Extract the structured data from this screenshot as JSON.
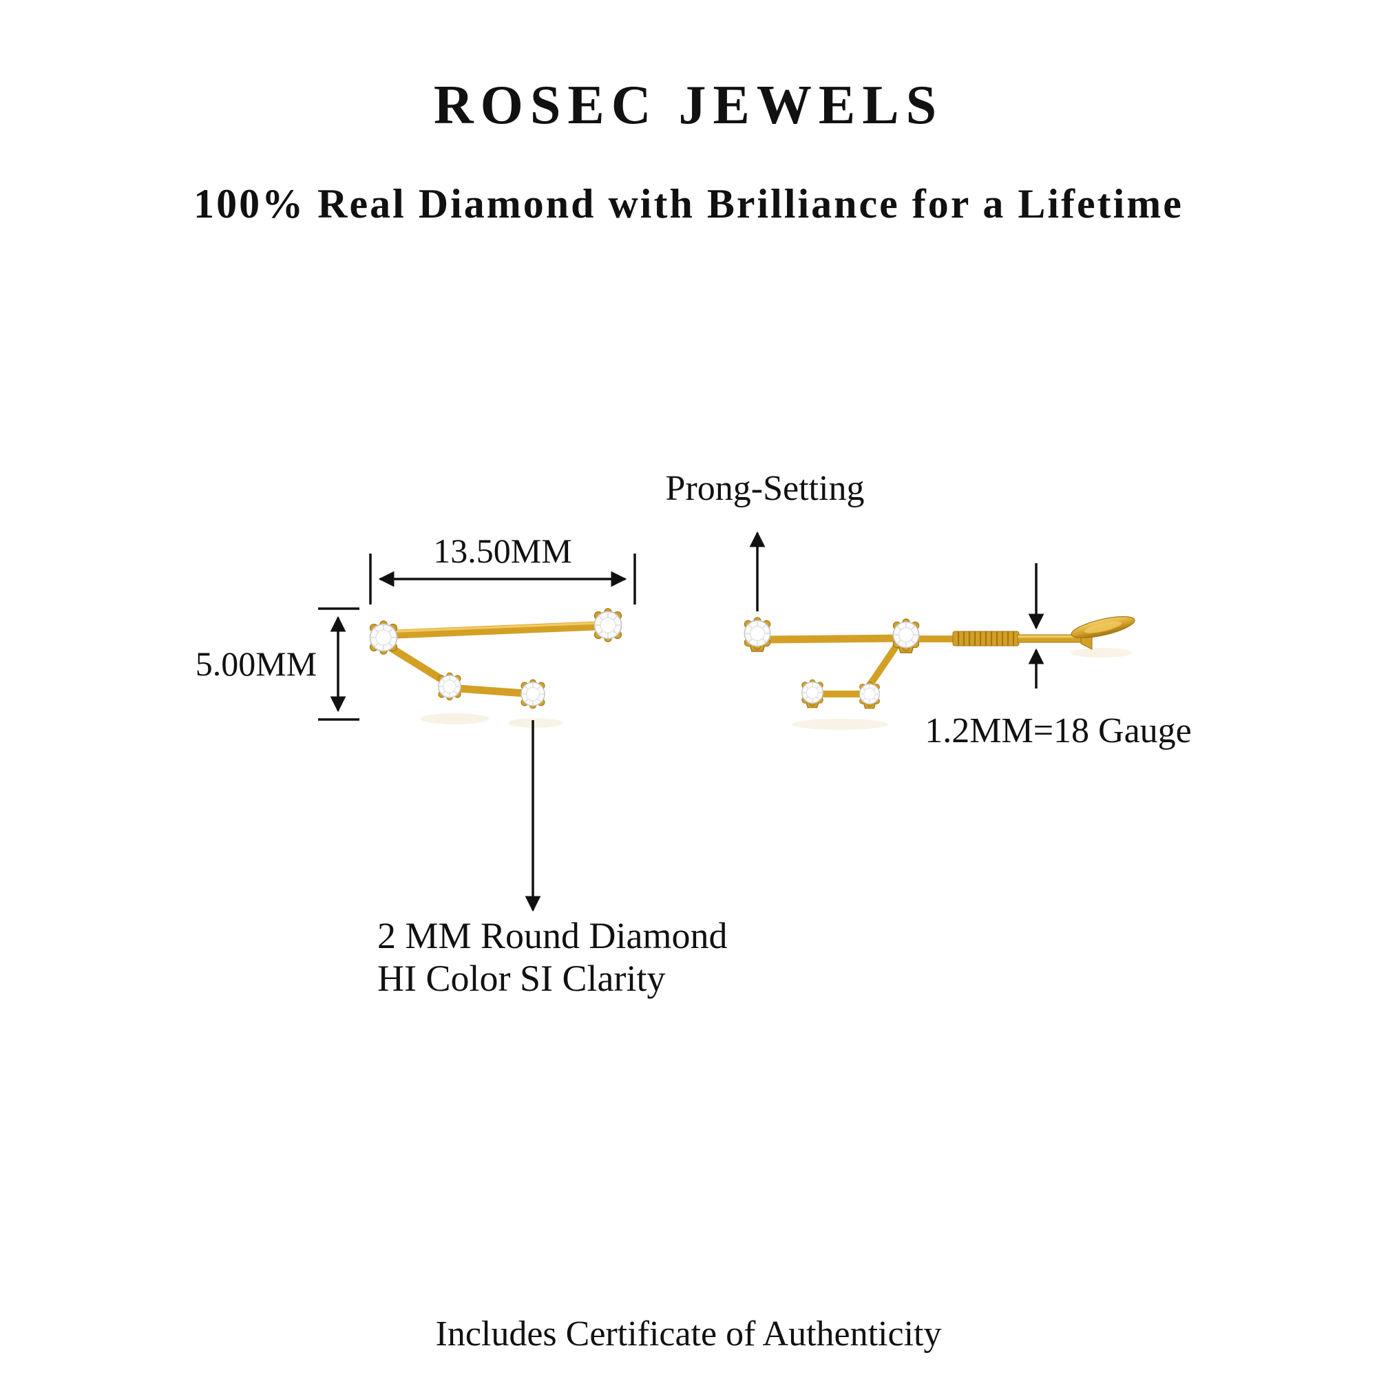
{
  "header": {
    "brand": "ROSEC JEWELS",
    "tagline": "100% Real Diamond with Brilliance for a Lifetime"
  },
  "annotations": {
    "prong_setting": "Prong-Setting",
    "width": "13.50MM",
    "height": "5.00MM",
    "gauge": "1.2MM=18 Gauge",
    "diamond_spec_line1": "2 MM Round Diamond",
    "diamond_spec_line2": "HI Color SI Clarity"
  },
  "footer": {
    "certificate_note": "Includes Certificate of Authenticity"
  },
  "colors": {
    "background": "#FFFFFF",
    "annotation_text": "#111111",
    "gold": "#D3A026",
    "gold_light": "#F2CA62",
    "gold_dark": "#A37514",
    "diamond_fill": "#FBFBFB",
    "diamond_edge": "#C5C5C5"
  }
}
